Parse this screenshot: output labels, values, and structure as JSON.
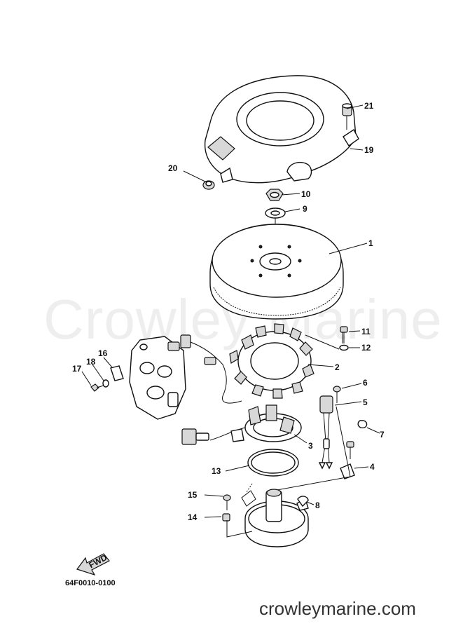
{
  "watermark": "Crowley Marine",
  "site_url": "crowleymarine.com",
  "drawing_code": "64F0010-0100",
  "fwd_label": "FWD",
  "callouts": {
    "c1": "1",
    "c2": "2",
    "c3": "3",
    "c4": "4",
    "c5": "5",
    "c6": "6",
    "c7": "7",
    "c8": "8",
    "c9": "9",
    "c10": "10",
    "c11": "11",
    "c12": "12",
    "c13": "13",
    "c14": "14",
    "c15": "15",
    "c16": "16",
    "c17": "17",
    "c18": "18",
    "c19": "19",
    "c20": "20",
    "c21": "21"
  }
}
